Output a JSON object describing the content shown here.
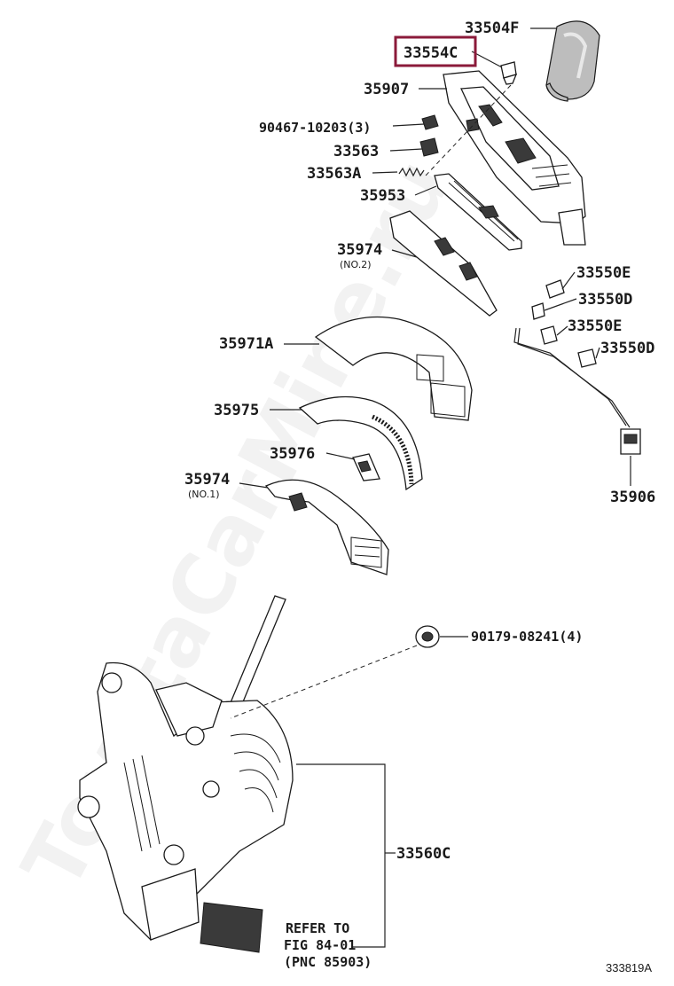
{
  "watermark": "ToyotaCarMine.ru",
  "figure_code": "333819A",
  "highlight_color": "#8b1a3a",
  "callouts": [
    {
      "id": "p33504f",
      "text": "33504F"
    },
    {
      "id": "p33554c",
      "text": "33554C",
      "highlighted": true
    },
    {
      "id": "p35907",
      "text": "35907"
    },
    {
      "id": "p90467",
      "text": "90467-10203(3)"
    },
    {
      "id": "p33563",
      "text": "33563"
    },
    {
      "id": "p33563a",
      "text": "33563A"
    },
    {
      "id": "p35953",
      "text": "35953"
    },
    {
      "id": "p35974b",
      "text": "35974",
      "sub": "(NO.2)"
    },
    {
      "id": "p33550e1",
      "text": "33550E"
    },
    {
      "id": "p33550d1",
      "text": "33550D"
    },
    {
      "id": "p33550e2",
      "text": "33550E"
    },
    {
      "id": "p33550d2",
      "text": "33550D"
    },
    {
      "id": "p35971a",
      "text": "35971A"
    },
    {
      "id": "p35975",
      "text": "35975"
    },
    {
      "id": "p35976",
      "text": "35976"
    },
    {
      "id": "p35974a",
      "text": "35974",
      "sub": "(NO.1)"
    },
    {
      "id": "p35906",
      "text": "35906"
    },
    {
      "id": "p90179",
      "text": "90179-08241(4)"
    },
    {
      "id": "p33560c",
      "text": "33560C"
    }
  ],
  "refer_note": [
    "REFER TO",
    "FIG 84-01",
    "(PNC 85903)"
  ]
}
